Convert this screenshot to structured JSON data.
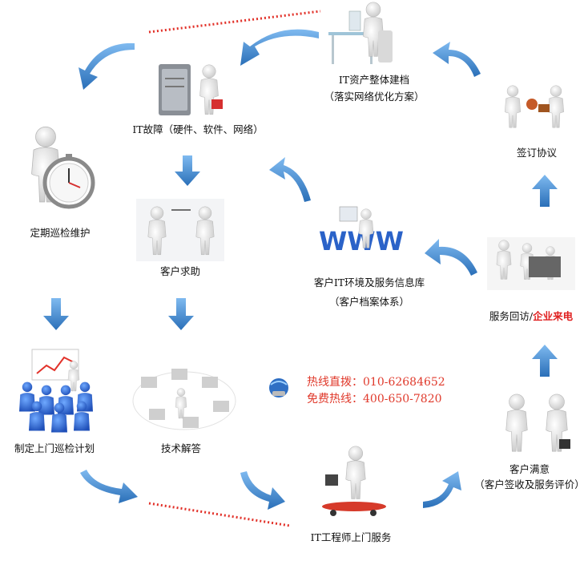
{
  "nodes": {
    "it_asset": {
      "title": "IT资产整体建档",
      "sub": "（落实网络优化方案）"
    },
    "it_fault": {
      "title": "IT故障（硬件、软件、网络）"
    },
    "sign": {
      "title": "签订协议"
    },
    "maintenance": {
      "title": "定期巡检维护"
    },
    "help": {
      "title": "客户求助"
    },
    "infobase": {
      "title": "客户IT环境及服务信息库",
      "sub": "（客户档案体系）"
    },
    "callback": {
      "title": "服务回访/",
      "highlight": "企业来电"
    },
    "plan": {
      "title": "制定上门巡检计划"
    },
    "answer": {
      "title": "技术解答"
    },
    "satisfied": {
      "title": "客户满意",
      "sub": "（客户签收及服务评价）"
    },
    "engineer": {
      "title": "IT工程师上门服务"
    }
  },
  "hotline": {
    "direct": "热线直拨：010-62684652",
    "free": "免费热线：400-650-7820"
  },
  "colors": {
    "arrow": "#3f8fd2",
    "dotted": "#e2322a",
    "highlight": "#e02020",
    "hotline": "#e03a2c"
  }
}
